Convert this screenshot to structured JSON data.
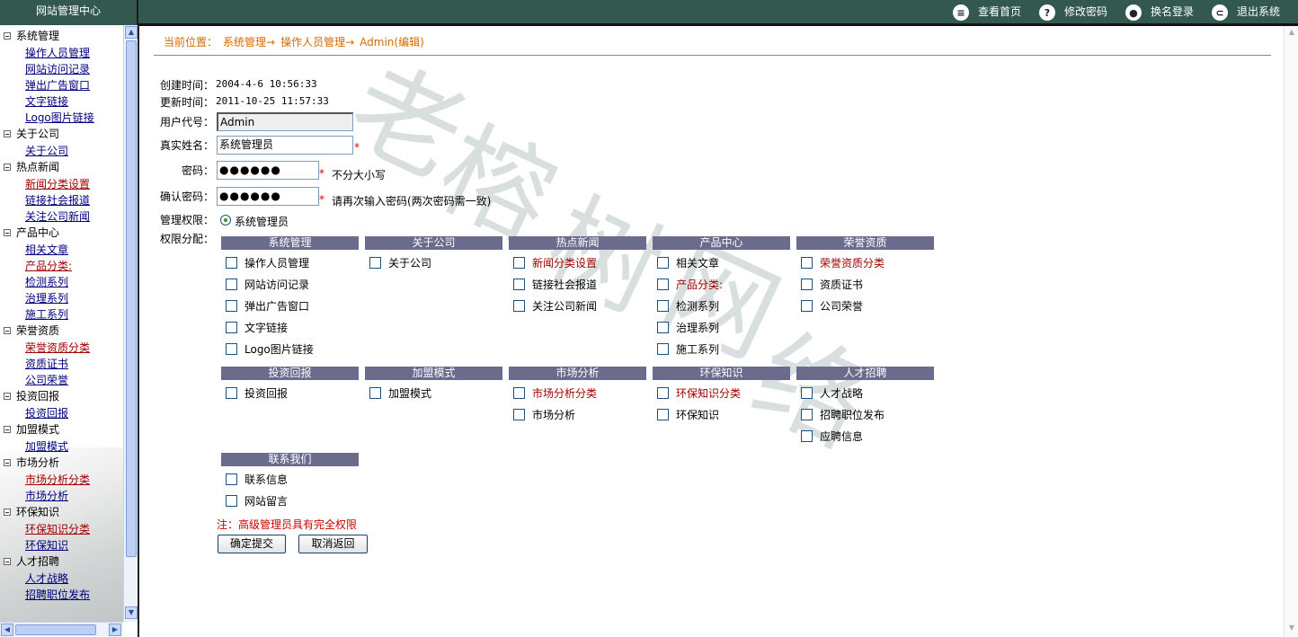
{
  "brand": "网站管理中心",
  "topnav": [
    {
      "icon": "home-icon",
      "glyph": "≡",
      "label": "查看首页"
    },
    {
      "icon": "key-icon",
      "glyph": "?",
      "label": "修改密码"
    },
    {
      "icon": "user-icon",
      "glyph": "●",
      "label": "换名登录"
    },
    {
      "icon": "exit-icon",
      "glyph": "⊂",
      "label": "退出系统"
    }
  ],
  "sidebar": {
    "groups": [
      {
        "title": "系统管理",
        "items": [
          {
            "label": "操作人员管理",
            "red": false
          },
          {
            "label": "网站访问记录",
            "red": false
          },
          {
            "label": "弹出广告窗口",
            "red": false
          },
          {
            "label": "文字链接",
            "red": false
          },
          {
            "label": "Logo图片链接",
            "red": false
          }
        ]
      },
      {
        "title": "关于公司",
        "items": [
          {
            "label": "关于公司",
            "red": false
          }
        ]
      },
      {
        "title": "热点新闻",
        "items": [
          {
            "label": "新闻分类设置",
            "red": true
          },
          {
            "label": "链接社会报道",
            "red": false
          },
          {
            "label": "关注公司新闻",
            "red": false
          }
        ]
      },
      {
        "title": "产品中心",
        "items": [
          {
            "label": "相关文章",
            "red": false
          },
          {
            "label": "产品分类:",
            "red": true
          },
          {
            "label": "检测系列",
            "red": false
          },
          {
            "label": "治理系列",
            "red": false
          },
          {
            "label": "施工系列",
            "red": false
          }
        ]
      },
      {
        "title": "荣誉资质",
        "items": [
          {
            "label": "荣誉资质分类",
            "red": true
          },
          {
            "label": "资质证书",
            "red": false
          },
          {
            "label": "公司荣誉",
            "red": false
          }
        ]
      },
      {
        "title": "投资回报",
        "items": [
          {
            "label": "投资回报",
            "red": false
          }
        ]
      },
      {
        "title": "加盟模式",
        "items": [
          {
            "label": "加盟模式",
            "red": false
          }
        ]
      },
      {
        "title": "市场分析",
        "items": [
          {
            "label": "市场分析分类",
            "red": true
          },
          {
            "label": "市场分析",
            "red": false
          }
        ]
      },
      {
        "title": "环保知识",
        "items": [
          {
            "label": "环保知识分类",
            "red": true
          },
          {
            "label": "环保知识",
            "red": false
          }
        ]
      },
      {
        "title": "人才招聘",
        "items": [
          {
            "label": "人才战略",
            "red": false
          },
          {
            "label": "招聘职位发布",
            "red": false
          }
        ]
      }
    ]
  },
  "breadcrumb": {
    "prefix": "当前位置：",
    "crumbs": [
      "系统管理→",
      "操作人员管理→",
      "Admin(编辑)"
    ]
  },
  "form": {
    "created_label": "创建时间：",
    "created_value": "2004-4-6 10:56:33",
    "updated_label": "更新时间：",
    "updated_value": "2011-10-25 11:57:33",
    "usercode_label": "用户代号：",
    "usercode_value": "Admin",
    "realname_label": "真实姓名：",
    "realname_value": "系统管理员",
    "password_label": "密码：",
    "password_value": "●●●●●●",
    "password_hint": "不分大小写",
    "confirm_label": "确认密码：",
    "confirm_value": "●●●●●●",
    "confirm_hint": "请再次输入密码(两次密码需一致)",
    "required_mark": "*",
    "role_label": "管理权限：",
    "role_value": "系统管理员",
    "perm_label": "权限分配："
  },
  "permissions": [
    {
      "header": "系统管理",
      "items": [
        {
          "label": "操作人员管理",
          "red": false
        },
        {
          "label": "网站访问记录",
          "red": false
        },
        {
          "label": "弹出广告窗口",
          "red": false
        },
        {
          "label": "文字链接",
          "red": false
        },
        {
          "label": "Logo图片链接",
          "red": false
        }
      ]
    },
    {
      "header": "关于公司",
      "items": [
        {
          "label": "关于公司",
          "red": false
        }
      ]
    },
    {
      "header": "热点新闻",
      "items": [
        {
          "label": "新闻分类设置",
          "red": true
        },
        {
          "label": "链接社会报道",
          "red": false
        },
        {
          "label": "关注公司新闻",
          "red": false
        }
      ]
    },
    {
      "header": "产品中心",
      "items": [
        {
          "label": "相关文章",
          "red": false
        },
        {
          "label": "产品分类:",
          "red": true
        },
        {
          "label": "检测系列",
          "red": false
        },
        {
          "label": "治理系列",
          "red": false
        },
        {
          "label": "施工系列",
          "red": false
        }
      ]
    },
    {
      "header": "荣誉资质",
      "items": [
        {
          "label": "荣誉资质分类",
          "red": true
        },
        {
          "label": "资质证书",
          "red": false
        },
        {
          "label": "公司荣誉",
          "red": false
        }
      ]
    },
    {
      "header": "投资回报",
      "items": [
        {
          "label": "投资回报",
          "red": false
        }
      ]
    },
    {
      "header": "加盟模式",
      "items": [
        {
          "label": "加盟模式",
          "red": false
        }
      ]
    },
    {
      "header": "市场分析",
      "items": [
        {
          "label": "市场分析分类",
          "red": true
        },
        {
          "label": "市场分析",
          "red": false
        }
      ]
    },
    {
      "header": "环保知识",
      "items": [
        {
          "label": "环保知识分类",
          "red": true
        },
        {
          "label": "环保知识",
          "red": false
        }
      ]
    },
    {
      "header": "人才招聘",
      "items": [
        {
          "label": "人才战略",
          "red": false
        },
        {
          "label": "招聘职位发布",
          "red": false
        },
        {
          "label": "应聘信息",
          "red": false
        }
      ]
    },
    {
      "header": "联系我们",
      "items": [
        {
          "label": "联系信息",
          "red": false
        },
        {
          "label": "网站留言",
          "red": false
        }
      ]
    }
  ],
  "note": "注：高级管理员具有完全权限",
  "buttons": {
    "submit": "确定提交",
    "cancel": "取消返回"
  },
  "watermark": [
    "老",
    "榕",
    "树",
    "网",
    "络"
  ],
  "colors": {
    "topbar": "#33584f",
    "perm_header": "#6b6b8e",
    "breadcrumb": "#d36b00",
    "link": "#000080",
    "link_red": "#a10000",
    "note": "#cc0000"
  }
}
